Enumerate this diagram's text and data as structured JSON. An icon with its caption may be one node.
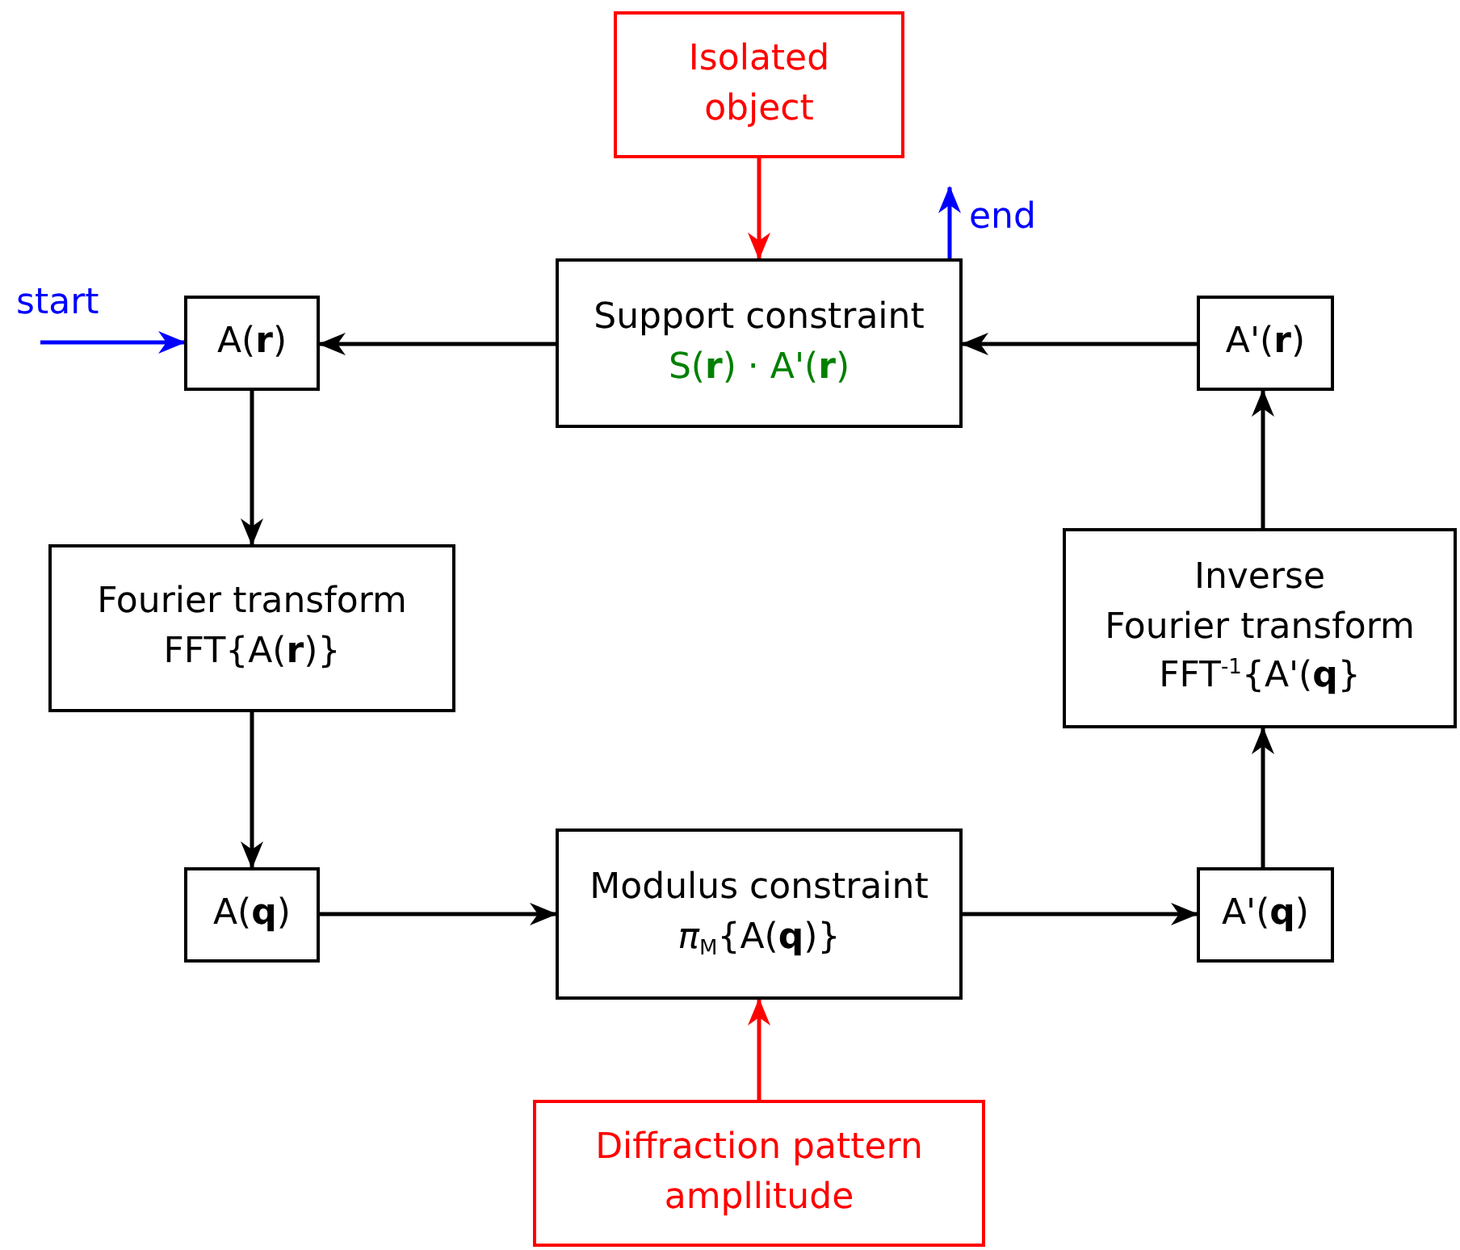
{
  "diagram": {
    "nodes": [
      {
        "text": [
          "Isolated object"
        ]
      },
      {
        "text": [
          "Support constraint",
          "S(**r**) · A'(**r**)"
        ]
      },
      {
        "text": [
          "A(**r**)"
        ]
      },
      {
        "text": [
          "A'(**r**)"
        ]
      },
      {
        "text": [
          "Fourier transform",
          "FFT{A(**r**)}"
        ]
      },
      {
        "text": [
          "Inverse",
          "Fourier transform",
          "FFT$^{-1}${A'(**q**}"
        ]
      },
      {
        "text": [
          "A(**q**)"
        ]
      },
      {
        "text": [
          "Modulus constraint",
          "*π*$_{M}${A(**q**)}"
        ]
      },
      {
        "text": [
          "A'(**q**)"
        ]
      },
      {
        "text": [
          "Diffraction pattern ampllitude"
        ]
      }
    ],
    "edges": [
      {
        "from": 0,
        "to": 1,
        "arrow": "to",
        "color": "#ff0000"
      },
      {
        "from": 1,
        "to": 2,
        "arrow": "to"
      },
      {
        "from": 2,
        "to": 4,
        "arrow": "to"
      },
      {
        "from": 4,
        "to": 6,
        "arrow": "to"
      },
      {
        "from": 6,
        "to": 7,
        "arrow": "to"
      },
      {
        "from": 7,
        "to": 8,
        "arrow": "to"
      },
      {
        "from": 8,
        "to": 5,
        "arrow": "to"
      },
      {
        "from": 5,
        "to": 3,
        "arrow": "to"
      },
      {
        "from": 3,
        "to": 1,
        "arrow": "to"
      },
      {
        "from": 9,
        "to": 7,
        "arrow": "to",
        "color": "#ff0000"
      },
      {
        "from": null,
        "to": 2,
        "arrow": "to",
        "label": "start",
        "color": "#0000ff"
      },
      {
        "from": 1,
        "to": null,
        "arrow": "to",
        "label": "end",
        "color": "#0000ff"
      }
    ]
  }
}
